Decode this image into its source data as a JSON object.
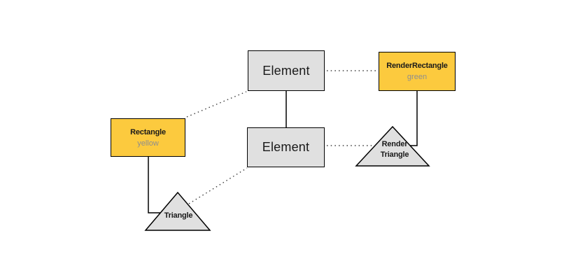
{
  "colors": {
    "background": "#ffffff",
    "gray_fill": "#e0e0e0",
    "yellow_fill": "#fcca3e",
    "border": "#000000",
    "solid_line": "#000000",
    "dotted_line": "#3d3d3d",
    "subtitle": "#8e8e8e"
  },
  "nodes": {
    "element_top": {
      "label": "Element",
      "shape": "rectangle",
      "fill": "gray"
    },
    "element_mid": {
      "label": "Element",
      "shape": "rectangle",
      "fill": "gray"
    },
    "render_rectangle": {
      "label": "RenderRectangle",
      "sublabel": "green",
      "shape": "rectangle",
      "fill": "yellow"
    },
    "rectangle": {
      "label": "Rectangle",
      "sublabel": "yellow",
      "shape": "rectangle",
      "fill": "yellow"
    },
    "render_triangle": {
      "label_line1": "Render",
      "label_line2": "Triangle",
      "shape": "triangle",
      "fill": "gray"
    },
    "triangle": {
      "label": "Triangle",
      "shape": "triangle",
      "fill": "gray"
    }
  },
  "edges": [
    {
      "from": "element_top",
      "to": "element_mid",
      "style": "solid"
    },
    {
      "from": "element_top",
      "to": "render_rectangle",
      "style": "dotted"
    },
    {
      "from": "rectangle",
      "to": "element_top",
      "style": "dotted"
    },
    {
      "from": "element_mid",
      "to": "render_triangle",
      "style": "dotted"
    },
    {
      "from": "triangle",
      "to": "element_mid",
      "style": "dotted"
    },
    {
      "from": "rectangle",
      "to": "triangle",
      "style": "solid"
    },
    {
      "from": "render_rectangle",
      "to": "render_triangle",
      "style": "solid"
    }
  ]
}
